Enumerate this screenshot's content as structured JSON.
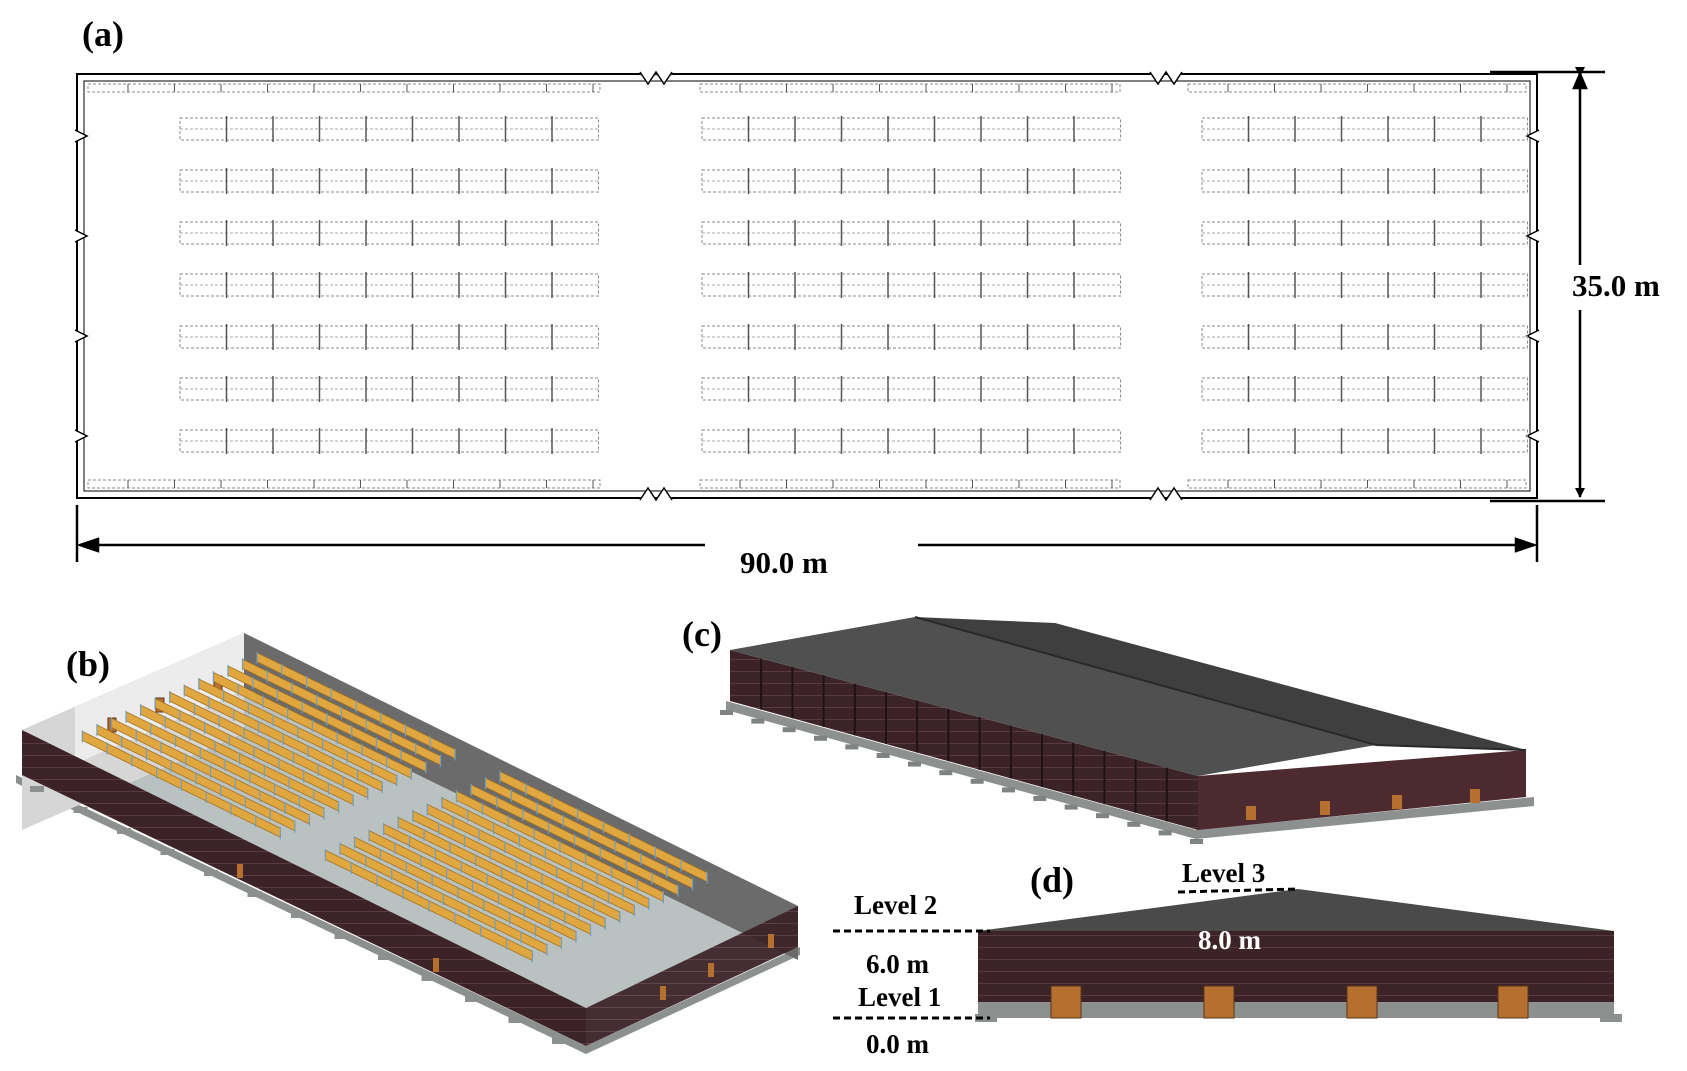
{
  "panels": {
    "a": {
      "label": "(a)",
      "width_dimension": "90.0 m",
      "height_dimension": "35.0 m",
      "rack_blocks": [
        {
          "columns": 9,
          "rows": 7
        },
        {
          "columns": 9,
          "rows": 7
        },
        {
          "columns": 7,
          "rows": 7
        }
      ]
    },
    "b": {
      "label": "(b)"
    },
    "c": {
      "label": "(c)"
    },
    "d": {
      "label": "(d)",
      "level_1": "Level 1",
      "level_2": "Level 2",
      "level_3": "Level 3",
      "elevation_ground": "0.0 m",
      "wall_height": "6.0 m",
      "ridge_height": "8.0 m"
    }
  },
  "colors": {
    "wall_brick": "#3b2328",
    "roof": "#4a4a4a",
    "rack_wood": "#e0a640",
    "rack_frame": "#6f9fc0",
    "floor": "#b9c2c0",
    "plinth": "#8c9190",
    "door": "#b5702f"
  }
}
